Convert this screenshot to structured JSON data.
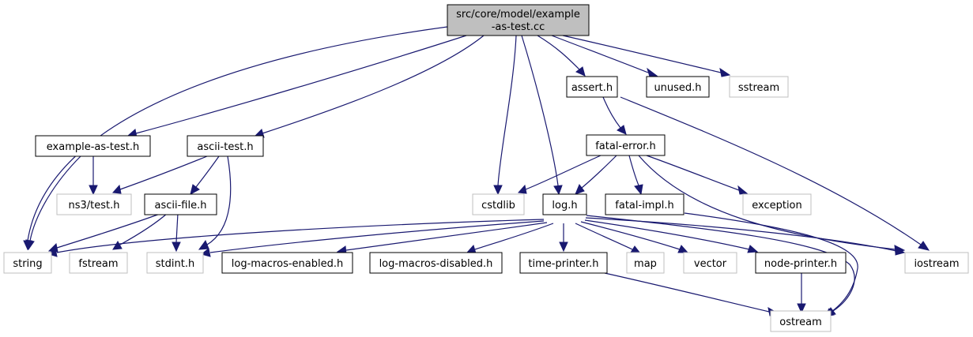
{
  "graph": {
    "nodes": {
      "root": [
        "src/core/model/example",
        "-as-test.cc"
      ],
      "example_as_test_h": "example-as-test.h",
      "ascii_test_h": "ascii-test.h",
      "cstdlib": "cstdlib",
      "log_h": "log.h",
      "assert_h": "assert.h",
      "unused_h": "unused.h",
      "sstream": "sstream",
      "ns3_test_h": "ns3/test.h",
      "ascii_file_h": "ascii-file.h",
      "fatal_error_h": "fatal-error.h",
      "fatal_impl_h": "fatal-impl.h",
      "exception": "exception",
      "string": "string",
      "fstream": "fstream",
      "stdint_h": "stdint.h",
      "log_macros_enabled_h": "log-macros-enabled.h",
      "log_macros_disabled_h": "log-macros-disabled.h",
      "time_printer_h": "time-printer.h",
      "map": "map",
      "vector": "vector",
      "node_printer_h": "node-printer.h",
      "iostream": "iostream",
      "ostream": "ostream"
    }
  }
}
